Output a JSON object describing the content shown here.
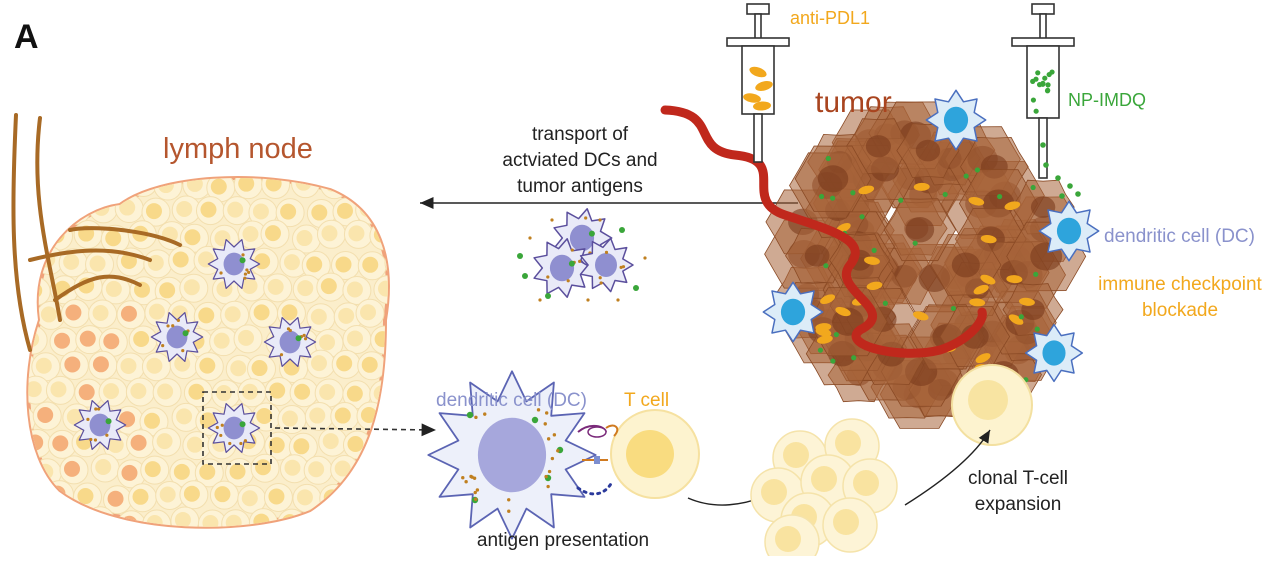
{
  "panel_letter": "A",
  "labels": {
    "lymph_node": "lymph node",
    "tumor": "tumor",
    "anti_pdl1": "anti-PDL1",
    "np_imdq": "NP-IMDQ",
    "transport_1": "transport of",
    "transport_2": "actviated DCs and",
    "transport_3": "tumor antigens",
    "dc_right": "dendritic cell (DC)",
    "checkpoint_1": "immune checkpoint",
    "checkpoint_2": "blockade",
    "dc_bottom": "dendritic cell (DC)",
    "t_cell": "T cell",
    "antigen_presentation": "antigen presentation",
    "clonal_1": "clonal T-cell",
    "clonal_2": "expansion"
  },
  "colors": {
    "lymph_node_title": "#b5562e",
    "tumor_title": "#a9441f",
    "orange_label": "#f2a81d",
    "green_label": "#3aa63a",
    "dc_label": "#8a92cc",
    "text": "#222222",
    "vessel": "#c0281c",
    "node_outline": "#f0a27a",
    "node_fill": "#fbeecb",
    "tumor_cell": "#a8643a",
    "tumor_nucleus": "#7a3a1c"
  }
}
